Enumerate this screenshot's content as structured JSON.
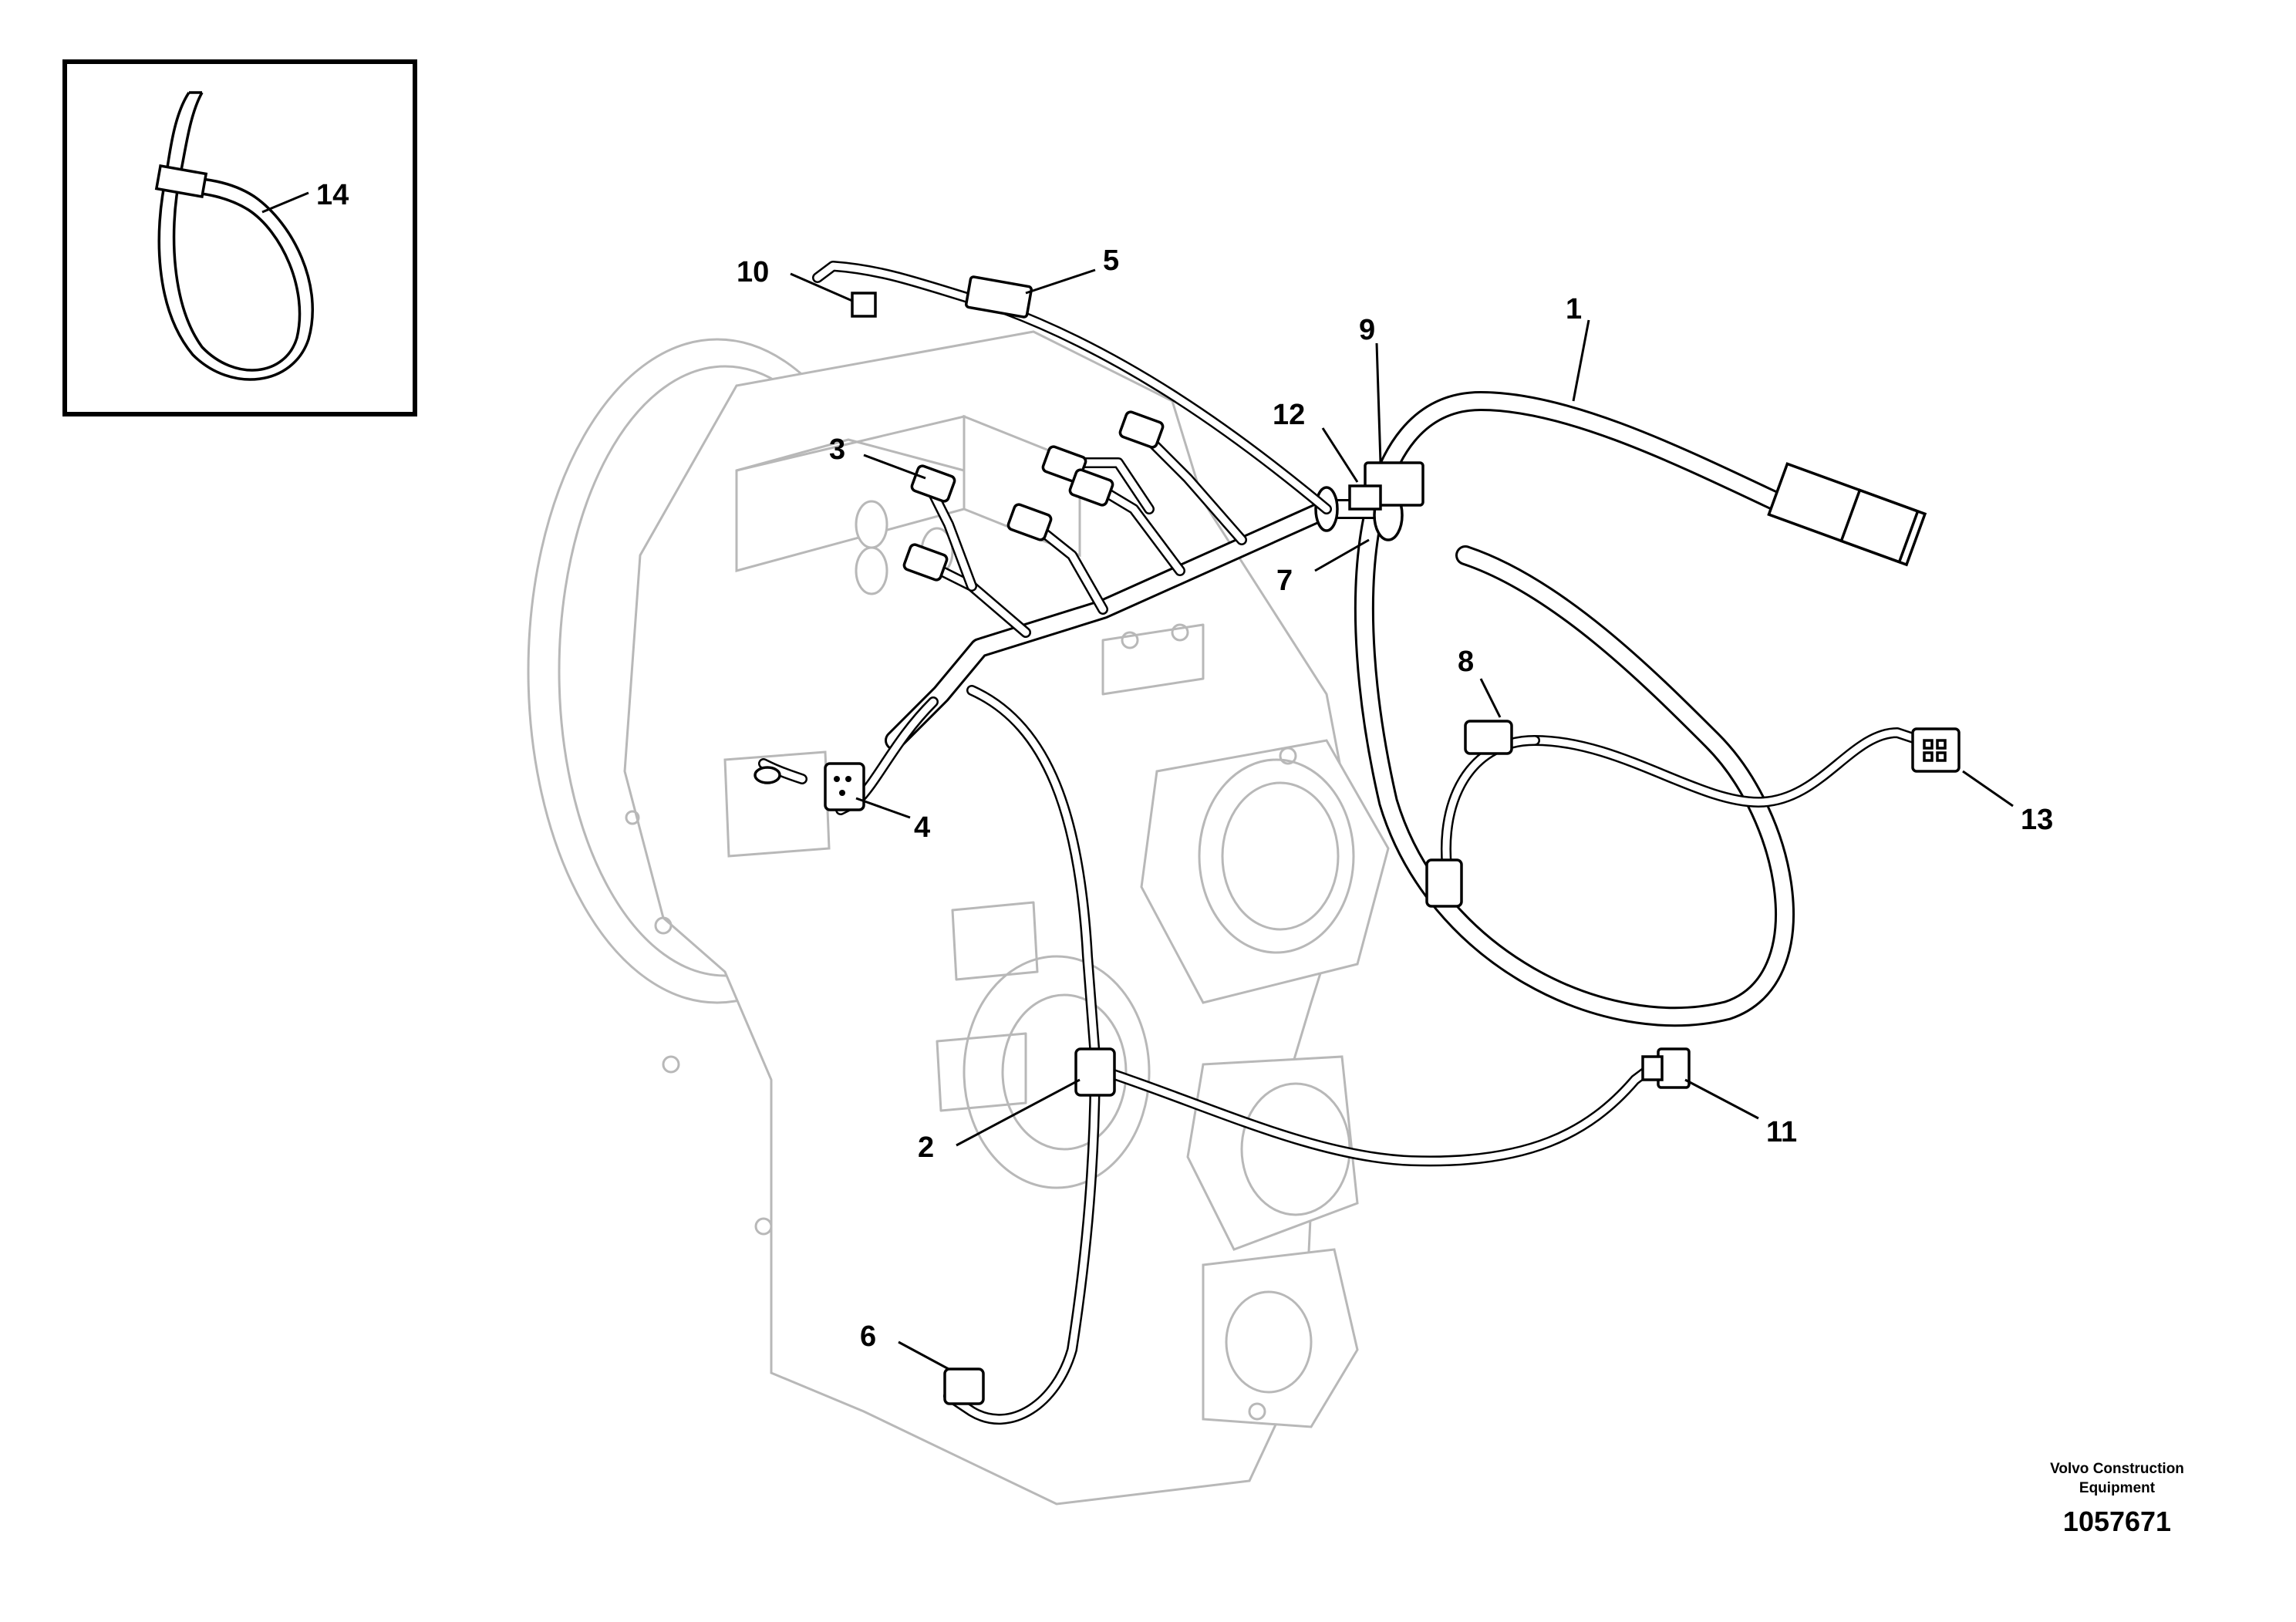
{
  "callouts": [
    {
      "id": "c1",
      "label": "1"
    },
    {
      "id": "c2",
      "label": "2"
    },
    {
      "id": "c3",
      "label": "3"
    },
    {
      "id": "c4",
      "label": "4"
    },
    {
      "id": "c5",
      "label": "5"
    },
    {
      "id": "c6",
      "label": "6"
    },
    {
      "id": "c7",
      "label": "7"
    },
    {
      "id": "c8",
      "label": "8"
    },
    {
      "id": "c9",
      "label": "9"
    },
    {
      "id": "c10",
      "label": "10"
    },
    {
      "id": "c11",
      "label": "11"
    },
    {
      "id": "c12",
      "label": "12"
    },
    {
      "id": "c13",
      "label": "13"
    },
    {
      "id": "c14",
      "label": "14"
    }
  ],
  "caption": {
    "line1": "Volvo Construction",
    "line2": "Equipment",
    "number": "1057671"
  }
}
